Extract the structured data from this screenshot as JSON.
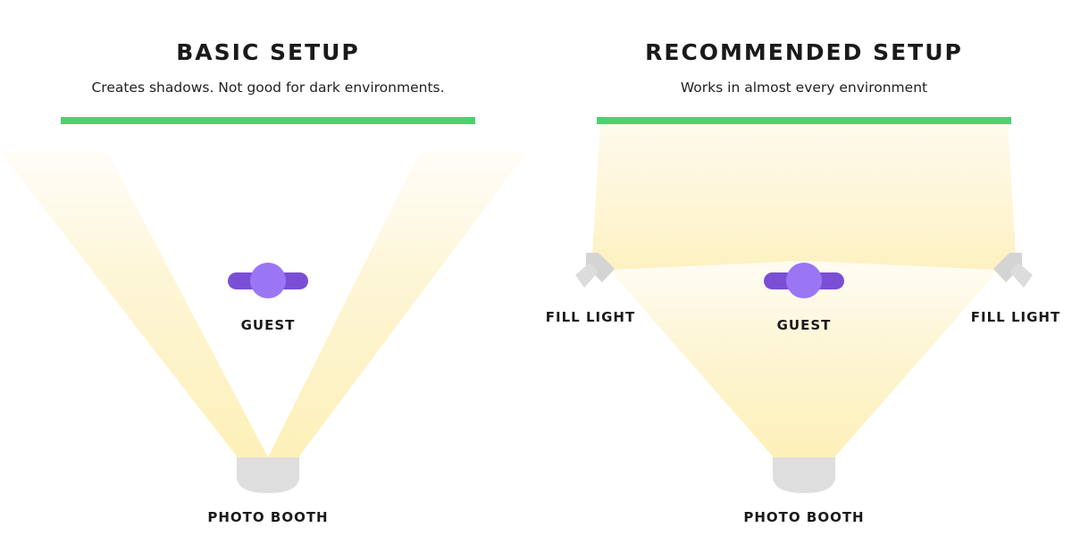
{
  "colors": {
    "screen": "#4fd06e",
    "light_beam": "#fdf3c4",
    "guest_head": "#9a75f4",
    "guest_shoulders": "#7a4fd6",
    "booth": "#dedede",
    "fill_light": "#dcdcdc"
  },
  "basic": {
    "title": "BASIC SETUP",
    "subtitle": "Creates shadows. Not good for dark environments.",
    "guest_label": "GUEST",
    "booth_label": "PHOTO BOOTH"
  },
  "recommended": {
    "title": "RECOMMENDED SETUP",
    "subtitle": "Works in almost every environment",
    "guest_label": "GUEST",
    "booth_label": "PHOTO BOOTH",
    "fill_light_left_label": "FILL LIGHT",
    "fill_light_right_label": "FILL LIGHT"
  },
  "icons": {
    "guest": "guest-icon",
    "booth": "photo-booth-icon",
    "fill_light": "fill-light-icon"
  }
}
